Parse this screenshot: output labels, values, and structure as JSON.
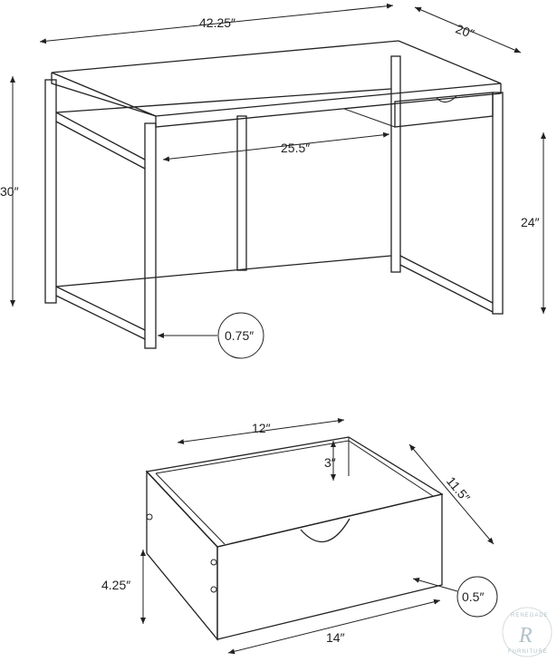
{
  "desk": {
    "width": "42.25″",
    "depth": "20″",
    "height": "30″",
    "knee_width": "25.5″",
    "knee_height": "24″",
    "frame": "0.75″"
  },
  "drawer": {
    "inner_width": "12″",
    "inner_height": "3″",
    "depth": "11.5″",
    "height": "4.25″",
    "width": "14″",
    "panel": "0.5″"
  },
  "watermark": {
    "text_top": "RENEGADE",
    "text_bottom": "FURNITURE",
    "letter": "R",
    "color": "#9fb4bd"
  }
}
